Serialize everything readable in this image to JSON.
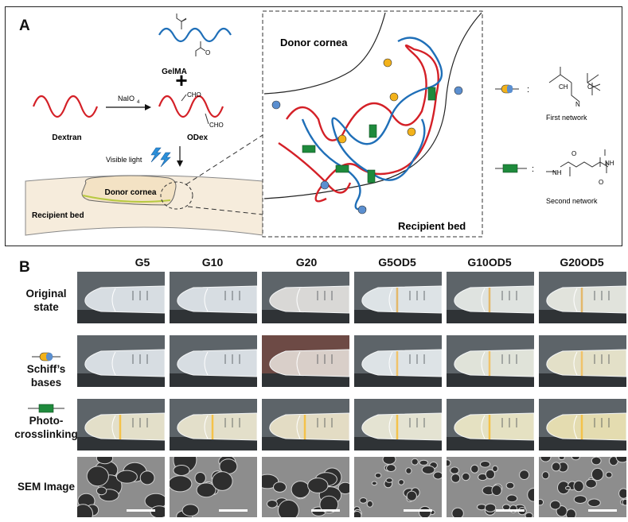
{
  "panel_a": {
    "letter": "A",
    "gelma": "GelMA",
    "plus": "+",
    "dextran": "Dextran",
    "naio4": "NaIO",
    "naio4_sub": "4",
    "odex": "ODex",
    "cho_top": "CHO",
    "cho_bottom": "CHO",
    "visible_light": "Visible light",
    "donor_cornea_small": "Donor cornea",
    "recipient_bed_small": "Recipient bed",
    "donor_cornea_big": "Donor cornea",
    "recipient_bed_big": "Recipient bed",
    "first_network": "First network",
    "second_network": "Second network",
    "colon": ":",
    "ch": "CH",
    "c": "C",
    "n": "N",
    "nh": "NH",
    "o": "O"
  },
  "panel_b": {
    "letter": "B",
    "columns": [
      "G5",
      "G10",
      "G20",
      "G5OD5",
      "G10OD5",
      "G20OD5"
    ],
    "rows": [
      {
        "line1": "Original",
        "line2": "state"
      },
      {
        "line1": "Schiff’s",
        "line2": "bases"
      },
      {
        "line1": "Photo-",
        "line2": "crosslinking"
      },
      {
        "line1": "SEM Image",
        "line2": ""
      }
    ]
  },
  "colors": {
    "dextran_red": "#d42027",
    "gelma_blue": "#1f6fb8",
    "crosslink_green": "#1e8a3c",
    "schiff_yellow": "#f3b21a",
    "schiff_blue": "#5b8fd0",
    "cornea_beige": "#f6ecdc"
  }
}
